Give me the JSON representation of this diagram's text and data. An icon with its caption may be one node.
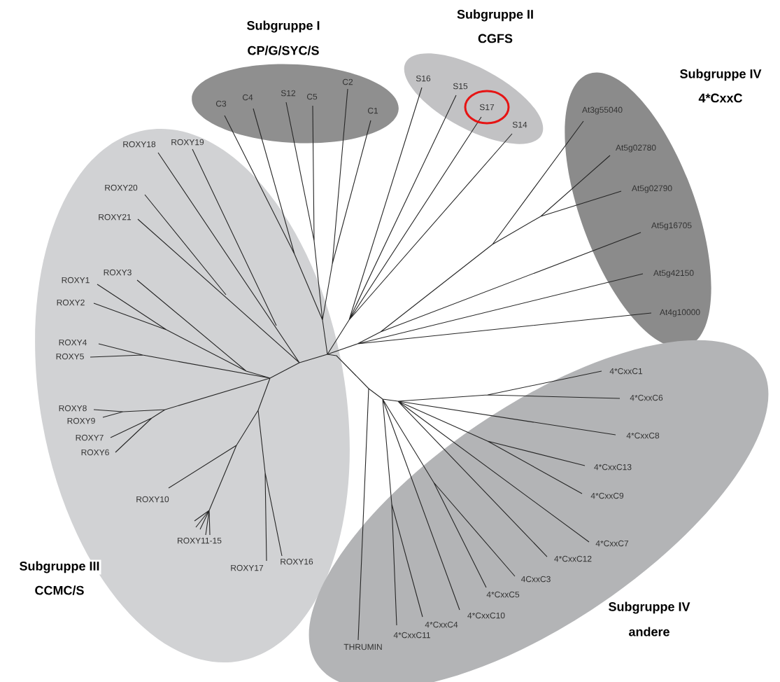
{
  "diagram": {
    "nodes": [
      {
        "text": [
          "Subgruppe I",
          "CP/G/SYC/S"
        ]
      },
      {
        "text": [
          "C3"
        ],
        "in": 0
      },
      {
        "text": [
          "C4"
        ],
        "in": 0
      },
      {
        "text": [
          "S12"
        ],
        "in": 0
      },
      {
        "text": [
          "C5"
        ],
        "in": 0
      },
      {
        "text": [
          "C2"
        ],
        "in": 0
      },
      {
        "text": [
          "C1"
        ],
        "in": 0
      },
      {
        "text": [
          "Subgruppe II",
          "CGFS"
        ]
      },
      {
        "text": [
          "S16"
        ],
        "in": 7
      },
      {
        "text": [
          "S15"
        ],
        "in": 7
      },
      {
        "text": [
          "S17"
        ],
        "in": 7
      },
      {
        "text": [
          "S14"
        ],
        "in": 7
      },
      {
        "text": [
          "Subgruppe IV",
          "4*CxxC"
        ]
      },
      {
        "text": [
          "At3g55040"
        ],
        "in": 12
      },
      {
        "text": [
          "At5g02780"
        ],
        "in": 12
      },
      {
        "text": [
          "At5g02790"
        ],
        "in": 12
      },
      {
        "text": [
          "At5g16705"
        ],
        "in": 12
      },
      {
        "text": [
          "At5g42150"
        ],
        "in": 12
      },
      {
        "text": [
          "At4g10000"
        ],
        "in": 12
      },
      {
        "text": [
          "Subgruppe III",
          "CCMC/S"
        ]
      },
      {
        "text": [
          "ROXY18"
        ],
        "in": 19
      },
      {
        "text": [
          "ROXY19"
        ],
        "in": 19
      },
      {
        "text": [
          "ROXY20"
        ],
        "in": 19
      },
      {
        "text": [
          "ROXY21"
        ],
        "in": 19
      },
      {
        "text": [
          "ROXY3"
        ],
        "in": 19
      },
      {
        "text": [
          "ROXY1"
        ],
        "in": 19
      },
      {
        "text": [
          "ROXY2"
        ],
        "in": 19
      },
      {
        "text": [
          "ROXY4"
        ],
        "in": 19
      },
      {
        "text": [
          "ROXY5"
        ],
        "in": 19
      },
      {
        "text": [
          "ROXY8"
        ],
        "in": 19
      },
      {
        "text": [
          "ROXY9"
        ],
        "in": 19
      },
      {
        "text": [
          "ROXY7"
        ],
        "in": 19
      },
      {
        "text": [
          "ROXY6"
        ],
        "in": 19
      },
      {
        "text": [
          "ROXY10"
        ],
        "in": 19
      },
      {
        "text": [
          "ROXY11-15"
        ],
        "in": 19
      },
      {
        "text": [
          "ROXY17"
        ],
        "in": 19
      },
      {
        "text": [
          "ROXY16"
        ],
        "in": 19
      },
      {
        "text": [
          "Subgruppe IV",
          "andere"
        ]
      },
      {
        "text": [
          "4*CxxC1"
        ],
        "in": 37
      },
      {
        "text": [
          "4*CxxC6"
        ],
        "in": 37
      },
      {
        "text": [
          "4*CxxC8"
        ],
        "in": 37
      },
      {
        "text": [
          "4*CxxC13"
        ],
        "in": 37
      },
      {
        "text": [
          "4*CxxC9"
        ],
        "in": 37
      },
      {
        "text": [
          "4*CxxC7"
        ],
        "in": 37
      },
      {
        "text": [
          "4*CxxC12"
        ],
        "in": 37
      },
      {
        "text": [
          "4CxxC3"
        ],
        "in": 37
      },
      {
        "text": [
          "4*CxxC5"
        ],
        "in": 37
      },
      {
        "text": [
          "4*CxxC10"
        ],
        "in": 37
      },
      {
        "text": [
          "4*CxxC4"
        ],
        "in": 37
      },
      {
        "text": [
          "4*CxxC11"
        ],
        "in": 37
      },
      {
        "text": [
          "THRUMIN"
        ],
        "in": 37
      }
    ]
  }
}
